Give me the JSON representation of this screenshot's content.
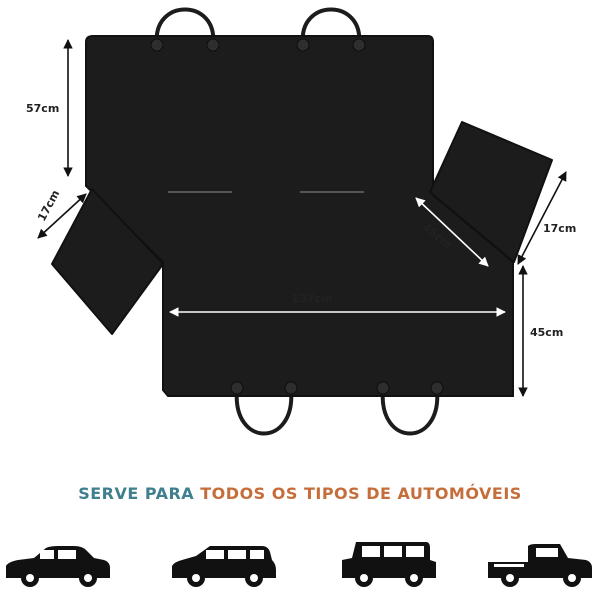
{
  "dimensions": {
    "seat_height": "57cm",
    "left_flap_width": "17cm",
    "right_flap_diagonal": "45cm",
    "right_flap_width": "17cm",
    "bottom_width": "137cm",
    "bottom_height": "45cm"
  },
  "tagline": {
    "part1": "SERVE PARA",
    "part2": "TODOS OS TIPOS DE AUTOMÓVEIS"
  },
  "vehicles": [
    "sedan-icon",
    "station-wagon-icon",
    "suv-icon",
    "pickup-truck-icon"
  ],
  "colors": {
    "cover": "#1c1c1c",
    "tagline_part1": "#3f7f8e",
    "tagline_part2": "#c56e3b",
    "vehicle": "#111111"
  }
}
